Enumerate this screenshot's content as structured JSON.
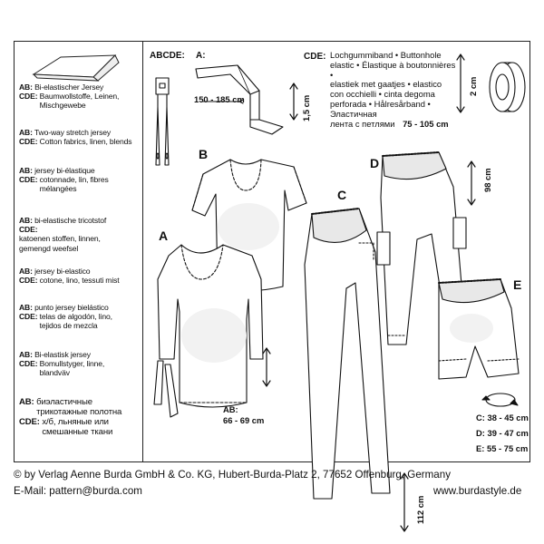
{
  "fabrics": [
    {
      "ab_label": "AB:",
      "ab_text": "Bi-elastischer Jersey",
      "cde_label": "CDE:",
      "cde_text": "Baumwollstoffe, Leinen, Mischgewebe"
    },
    {
      "ab_label": "AB:",
      "ab_text": "Two-way stretch jersey",
      "cde_label": "CDE:",
      "cde_text": "Cotton fabrics, linen, blends"
    },
    {
      "ab_label": "AB:",
      "ab_text": "jersey bi-élastique",
      "cde_label": "CDE:",
      "cde_text": "cotonnade, lin, fibres mélangées"
    },
    {
      "ab_label": "AB:",
      "ab_text": "bi-elastische tricotstof",
      "cde_label": "CDE:",
      "cde_text": "katoenen stoffen, linnen, gemengd weefsel"
    },
    {
      "ab_label": "AB:",
      "ab_text": "jersey bi-elastico",
      "cde_label": "CDE:",
      "cde_text": "cotone, lino, tessuti mist"
    },
    {
      "ab_label": "AB:",
      "ab_text": "punto jersey bielástico",
      "cde_label": "CDE:",
      "cde_text": "telas de algodón, lino, tejidos de mezcla"
    },
    {
      "ab_label": "AB:",
      "ab_text": "Bi-elastisk jersey",
      "cde_label": "CDE:",
      "cde_text": "Bomullstyger, linne, blandväv"
    },
    {
      "ab_label": "AB:",
      "ab_text": "биэластичные трикотажные полотна",
      "cde_label": "CDE:",
      "cde_text": "х/б, льняные или смешанные ткани"
    }
  ],
  "notions": {
    "needle_label": "ABCDE:",
    "ribbon_label": "A:",
    "ribbon_length": "150 - 185 cm",
    "ribbon_width": "1,5 cm",
    "elastic_label": "CDE:",
    "elastic_lines": [
      "Lochgummiband • Buttonhole",
      "elastic • Élastique à boutonnières •",
      "elastiek met gaatjes • elastico",
      "con occhielli • cinta degoma",
      "perforada • Hålresårband • Эластичная",
      "лента с петлями"
    ],
    "elastic_length": "75 - 105 cm",
    "elastic_width": "2 cm"
  },
  "views": {
    "a": "A",
    "b": "B",
    "c": "C",
    "d": "D",
    "e": "E"
  },
  "measurements": {
    "ab_label": "AB:",
    "ab_value": "66 - 69 cm",
    "c_length": "112 cm",
    "d_length": "98 cm",
    "waist_c": "C: 38 - 45 cm",
    "waist_d": "D: 39 - 47 cm",
    "waist_e": "E: 55 - 75 cm"
  },
  "footer": {
    "copyright": "© by Verlag Aenne Burda GmbH & Co. KG, Hubert-Burda-Platz 2, 77652 Offenburg, Germany",
    "email": "E-Mail: pattern@burda.com",
    "website": "www.burdastyle.de"
  }
}
